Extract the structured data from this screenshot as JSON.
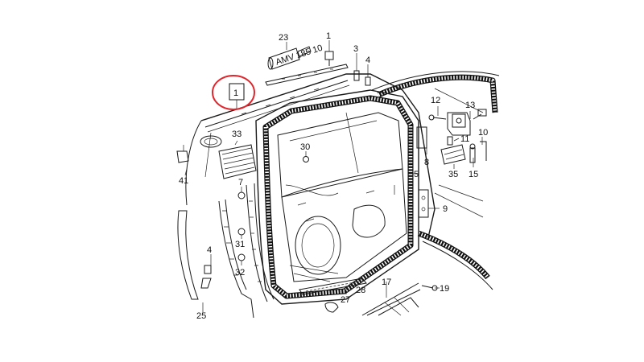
{
  "diagram": {
    "highlight_color": "#e0262d",
    "labels": {
      "p1": "1",
      "p3": "3",
      "p4a": "4",
      "p4b": "4",
      "p5": "5",
      "p7": "7",
      "p8": "8",
      "p9": "9",
      "p11": "11",
      "p12": "12",
      "p13": "13",
      "p15": "15",
      "p17": "17",
      "p19": "19",
      "p23": "23",
      "p25": "25",
      "p27": "27",
      "p28": "28",
      "p30": "30",
      "p31": "31",
      "p32": "32",
      "p33": "33",
      "p35": "35",
      "p41": "41",
      "p10": "10",
      "p1top": "1"
    },
    "tube_text": "AMV 185 10"
  }
}
